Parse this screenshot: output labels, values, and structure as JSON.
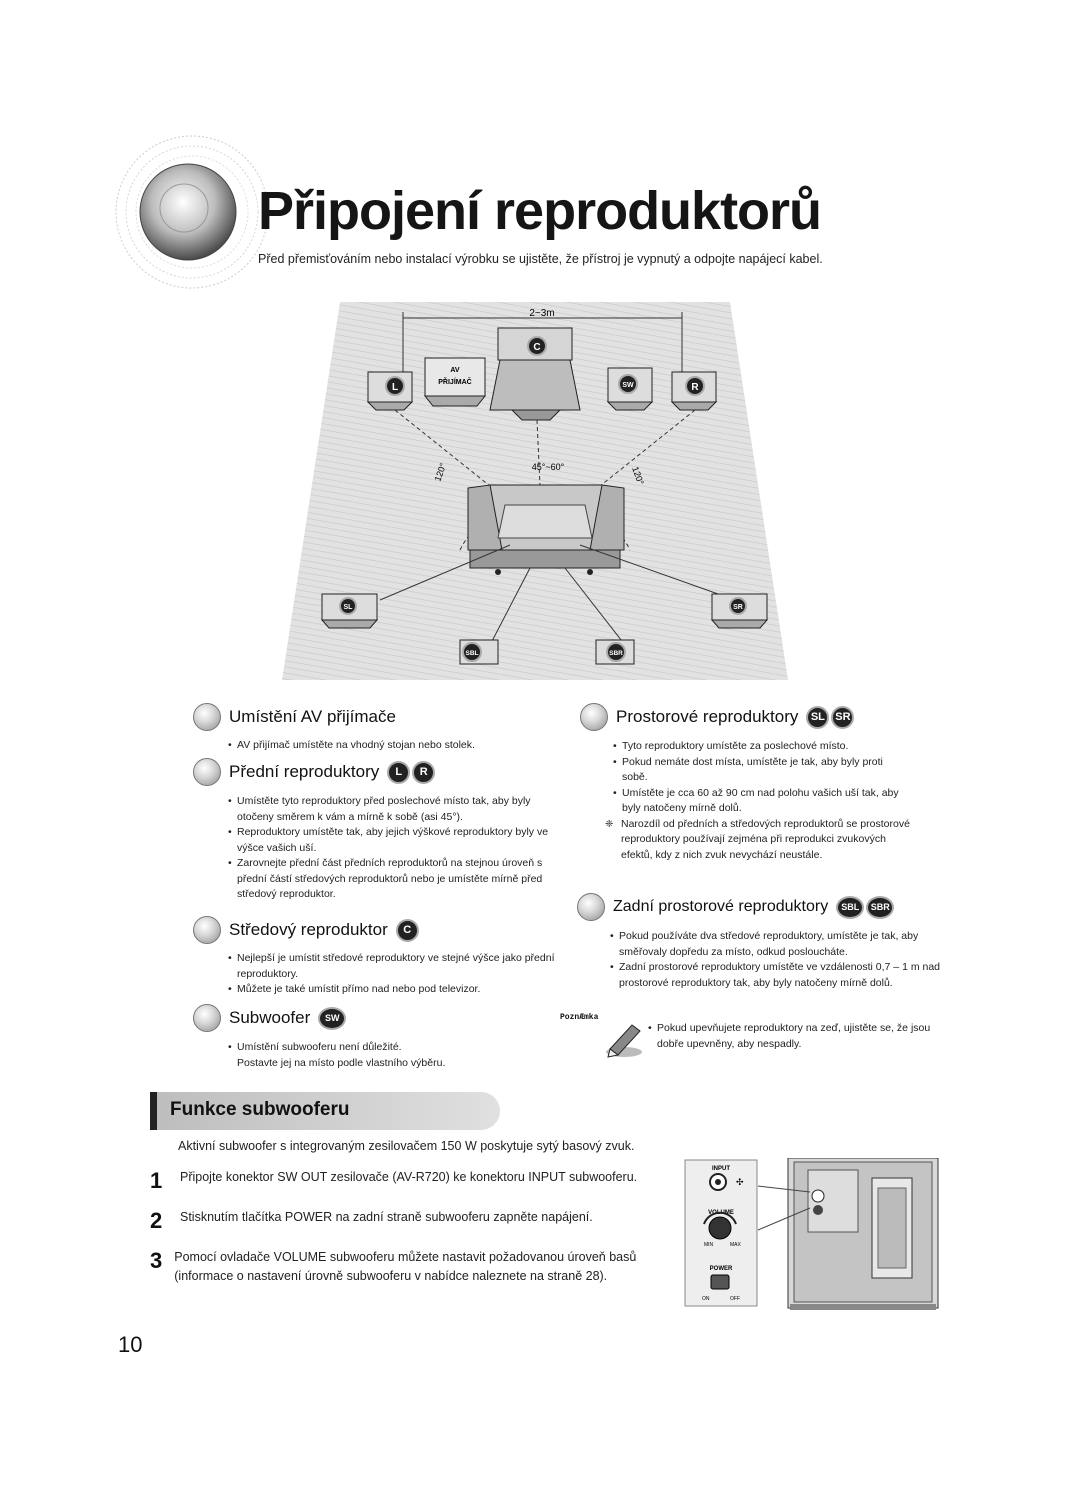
{
  "header": {
    "title": "Připojení reproduktorů",
    "subtitle": "Před přemisťováním nebo instalací výrobku se ujistěte, že přístroj je vypnutý a odpojte napájecí kabel."
  },
  "diagram": {
    "distance": "2~3m",
    "angle_small": "45°~60°",
    "angle_left": "120°",
    "angle_right": "120°",
    "av_receiver_line1": "AV",
    "av_receiver_line2": "PŘIJÍMAČ",
    "labels": {
      "c": "C",
      "l": "L",
      "r": "R",
      "sw": "SW",
      "sl": "SL",
      "sr": "SR",
      "sbl": "SBL",
      "sbr": "SBR"
    }
  },
  "left": {
    "av": {
      "heading": "Umístění AV přijímače",
      "bullets": [
        "AV přijímač umístěte na vhodný stojan nebo stolek."
      ]
    },
    "front": {
      "heading": "Přední reproduktory",
      "badges": [
        "L",
        "R"
      ],
      "bullets": [
        "Umístěte tyto reproduktory před poslechové místo tak, aby byly otočeny směrem k vám a mírně k sobě (asi 45°).",
        "Reproduktory umístěte tak, aby jejich výškové reproduktory byly ve výšce vašich uší.",
        "Zarovnejte přední část předních reproduktorů na stejnou úroveň s přední částí středových reproduktorů nebo je umístěte mírně před středový reproduktor."
      ]
    },
    "center": {
      "heading": "Středový reproduktor",
      "badge": "C",
      "bullets": [
        "Nejlepší je umístit středové reproduktory ve stejné výšce jako přední reproduktory.",
        "Můžete je také umístit přímo nad nebo pod televizor."
      ]
    },
    "sub": {
      "heading": "Subwoofer",
      "badge": "SW",
      "bullets": [
        "Umístění subwooferu není důležité."
      ],
      "continuation": "Postavte jej na místo podle vlastního výběru."
    }
  },
  "right": {
    "surround": {
      "heading": "Prostorové reproduktory",
      "badges": [
        "SL",
        "SR"
      ],
      "bullets": [
        "Tyto reproduktory umístěte za poslechové místo.",
        "Pokud nemáte dost místa, umístěte je tak, aby byly proti sobě.",
        "Umístěte je cca 60 až 90 cm nad polohu vašich uší tak, aby byly natočeny mírně dolů."
      ],
      "note": "Narozdíl od předních a středových reproduktorů se prostorové reproduktory používají zejména při reprodukci zvukových efektů, kdy z nich zvuk nevychází neustále."
    },
    "rear": {
      "heading": "Zadní prostorové reproduktory",
      "badges": [
        "SBL",
        "SBR"
      ],
      "bullets": [
        "Pokud používáte dva středové reproduktory, umístěte je tak, aby směřovaly dopředu za místo, odkud posloucháte.",
        "Zadní prostorové reproduktory umístěte ve vzdálenosti 0,7 – 1 m nad prostorové reproduktory tak, aby byly natočeny mírně dolů."
      ]
    },
    "remark": {
      "label": "PoznÆmka",
      "bullets": [
        "Pokud upevňujete reproduktory na zeď, ujistěte se, že jsou dobře upevněny, aby nespadly."
      ]
    }
  },
  "sub_section": {
    "heading": "Funkce subwooferu",
    "intro": "Aktivní subwoofer s integrovaným zesilovačem 150 W poskytuje sytý basový zvuk.",
    "steps": [
      {
        "num": "1",
        "text": "Připojte konektor SW OUT zesilovače (AV-R720) ke konektoru INPUT subwooferu."
      },
      {
        "num": "2",
        "text": "Stisknutím tlačítka POWER na zadní straně subwooferu zapněte napájení."
      },
      {
        "num": "3",
        "text": "Pomocí ovladače VOLUME subwooferu můžete nastavit požadovanou úroveň basů (informace o nastavení úrovně subwooferu v nabídce naleznete na straně 28)."
      }
    ],
    "panel": {
      "input": "INPUT",
      "volume": "VOLUME",
      "min": "MIN",
      "max": "MAX",
      "power": "POWER",
      "on": "ON",
      "off": "OFF"
    }
  },
  "footer": {
    "page_number": "10"
  }
}
